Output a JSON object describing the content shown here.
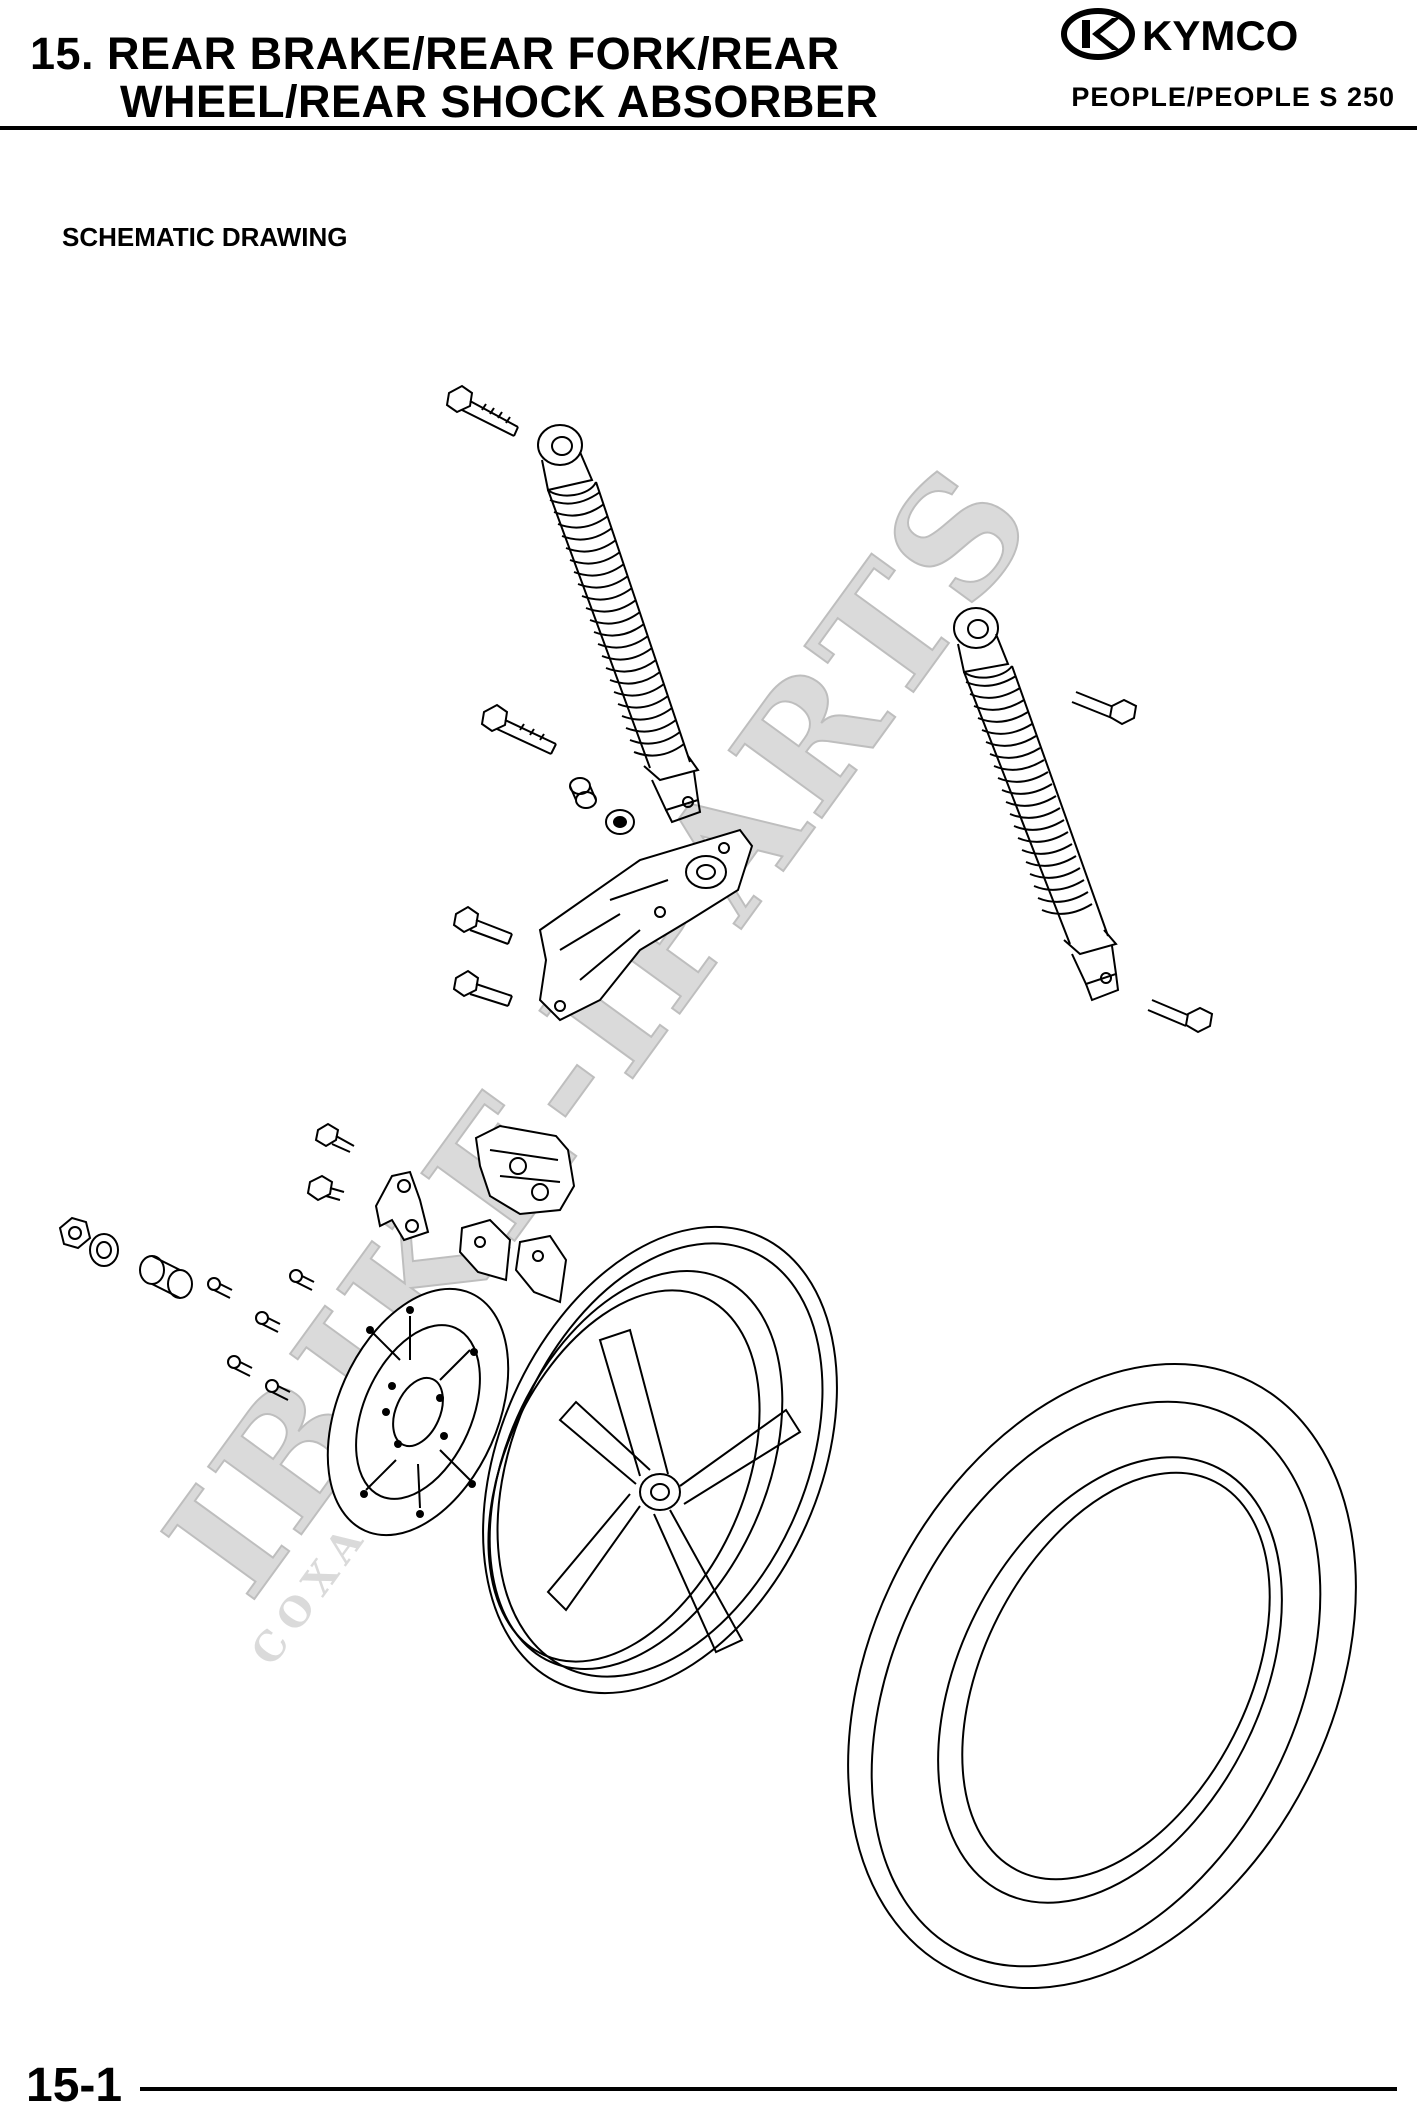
{
  "header": {
    "chapter_title_line1": "15. REAR BRAKE/REAR FORK/REAR",
    "chapter_title_line2": "WHEEL/REAR SHOCK ABSORBER",
    "brand": "KYMCO",
    "model": "PEOPLE/PEOPLE S 250"
  },
  "section": {
    "heading": "SCHEMATIC DRAWING"
  },
  "watermark": {
    "main": "IBIKE-IPARTS",
    "sub": "COXA EIE"
  },
  "footer": {
    "page_number": "15-1"
  },
  "colors": {
    "ink": "#000000",
    "paper": "#ffffff",
    "watermark": "#bdbdbd"
  },
  "icons": [
    "kymco-logo",
    "watermark-stamp",
    "exploded-parts-drawing"
  ]
}
